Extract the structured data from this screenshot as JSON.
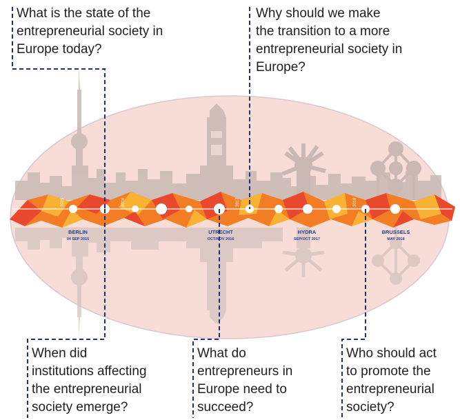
{
  "questions": {
    "state": "What is the state of the\nentrepreneurial society in\nEurope today?",
    "why": "Why should we make\nthe transition to a more\nentrepreneurial society in\nEurope?",
    "when": "When did\ninstitutions affecting\nthe entrepreneurial\nsociety emerge?",
    "need": "What do\nentrepreneurs in\nEurope need to\nsucceed?",
    "who": "Who should act\nto promote the\nentrepreneurial\nsociety?"
  },
  "timeline": {
    "years": [
      "2015",
      "2016",
      "2017",
      "2018"
    ],
    "events": [
      {
        "city": "BERLIN",
        "date": "04 SEP 2015"
      },
      {
        "city": "UTRECHT",
        "date": "OCT/NOV 2016"
      },
      {
        "city": "HYDRA",
        "date": "SEP/OCT 2017"
      },
      {
        "city": "BRUSSELS",
        "date": "MAY 2018"
      }
    ]
  },
  "colors": {
    "ellipse_fill": "#f8dcd6",
    "ellipse_stroke": "#d8c6d2",
    "skyline": "#c9b8b3",
    "band_red": "#e8492e",
    "band_orange": "#f27d24",
    "band_yellow": "#f9b233",
    "dashed_line": "#1f2f7a",
    "label_blue": "#2b3d8f"
  }
}
